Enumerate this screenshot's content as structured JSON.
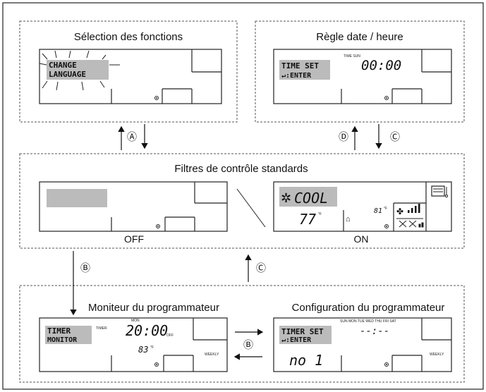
{
  "boxes": {
    "function_select": {
      "title": "Sélection des fonctions",
      "lcd": [
        "CHANGE",
        "LANGUAGE"
      ]
    },
    "date_time": {
      "title": "Règle date / heure",
      "lcd": [
        "TIME SET",
        "↵:ENTER"
      ],
      "small": "TIME SUN",
      "time": "00:00"
    },
    "standard": {
      "title": "Filtres de contrôle standards",
      "off_label": "OFF",
      "on_label": "ON",
      "mode": "COOL",
      "set_temp": "77",
      "room_temp": "81",
      "unit": "°F"
    },
    "timer_monitor": {
      "title": "Moniteur du programmateur",
      "lcd": [
        "TIMER",
        "MONITOR"
      ],
      "timer_label": "TIMER",
      "day": "MON",
      "time": "20:00",
      "off_label": "OFF",
      "temp": "83",
      "unit": "°F",
      "weekly": "WEEKLY"
    },
    "timer_config": {
      "title": "Configuration du programmateur",
      "lcd": [
        "TIMER SET",
        "↵:ENTER"
      ],
      "days": "SUN MON TUE WED THU FRI SAT",
      "time": "--:--",
      "program_no": "no 1",
      "weekly": "WEEKLY"
    }
  },
  "arrow_labels": {
    "a": "Ⓐ",
    "b": "Ⓑ",
    "c": "Ⓒ",
    "d": "Ⓓ"
  }
}
